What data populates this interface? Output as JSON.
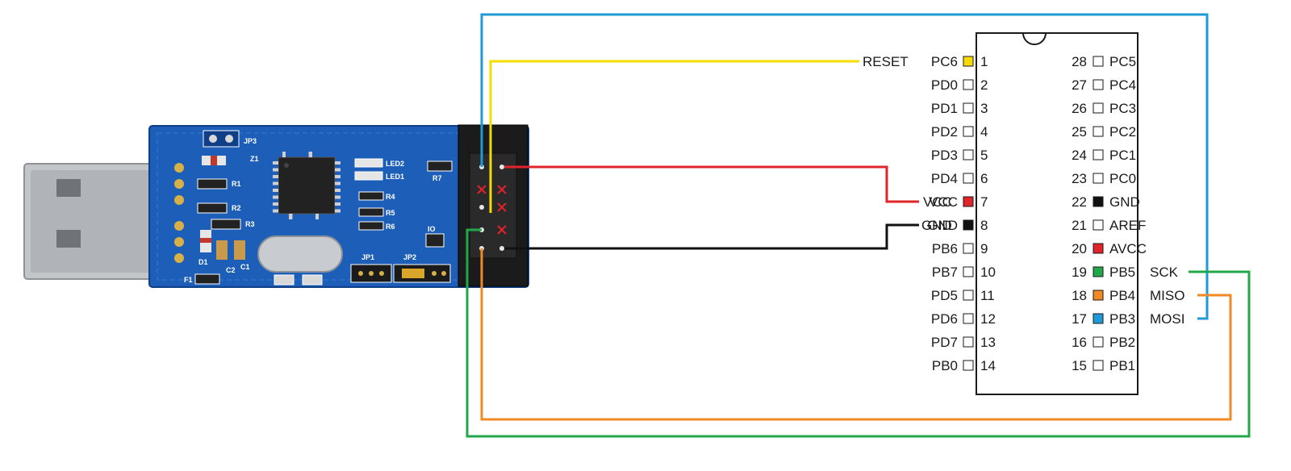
{
  "programmer": {
    "board_labels": {
      "jp3": "JP3",
      "led2": "LED2",
      "led1": "LED1",
      "r1": "R1",
      "r2": "R2",
      "r3": "R3",
      "r4": "R4",
      "r5": "R5",
      "r6": "R6",
      "r7": "R7",
      "d1": "D1",
      "c1": "C1",
      "c2": "C2",
      "f1": "F1",
      "jp1": "JP1",
      "jp2": "JP2",
      "io": "IO",
      "z1": "Z1"
    },
    "colors": {
      "pcb": "#1d5fb8",
      "pcb_dark": "#0f3f86",
      "usb_metal": "#b9bcbf",
      "header_black": "#1b1b1b",
      "unused_mark": "#e0242a"
    }
  },
  "chip": {
    "left_pins": [
      {
        "num": "1",
        "name": "PC6",
        "fill": "#f4dc00"
      },
      {
        "num": "2",
        "name": "PD0",
        "fill": "#ffffff"
      },
      {
        "num": "3",
        "name": "PD1",
        "fill": "#ffffff"
      },
      {
        "num": "4",
        "name": "PD2",
        "fill": "#ffffff"
      },
      {
        "num": "5",
        "name": "PD3",
        "fill": "#ffffff"
      },
      {
        "num": "6",
        "name": "PD4",
        "fill": "#ffffff"
      },
      {
        "num": "7",
        "name": "VCC",
        "fill": "#e0242a"
      },
      {
        "num": "8",
        "name": "GND",
        "fill": "#111111"
      },
      {
        "num": "9",
        "name": "PB6",
        "fill": "#ffffff"
      },
      {
        "num": "10",
        "name": "PB7",
        "fill": "#ffffff"
      },
      {
        "num": "11",
        "name": "PD5",
        "fill": "#ffffff"
      },
      {
        "num": "12",
        "name": "PD6",
        "fill": "#ffffff"
      },
      {
        "num": "13",
        "name": "PD7",
        "fill": "#ffffff"
      },
      {
        "num": "14",
        "name": "PB0",
        "fill": "#ffffff"
      }
    ],
    "right_pins": [
      {
        "num": "28",
        "name": "PC5",
        "fill": "#ffffff"
      },
      {
        "num": "27",
        "name": "PC4",
        "fill": "#ffffff"
      },
      {
        "num": "26",
        "name": "PC3",
        "fill": "#ffffff"
      },
      {
        "num": "25",
        "name": "PC2",
        "fill": "#ffffff"
      },
      {
        "num": "24",
        "name": "PC1",
        "fill": "#ffffff"
      },
      {
        "num": "23",
        "name": "PC0",
        "fill": "#ffffff"
      },
      {
        "num": "22",
        "name": "GND",
        "fill": "#111111"
      },
      {
        "num": "21",
        "name": "AREF",
        "fill": "#ffffff"
      },
      {
        "num": "20",
        "name": "AVCC",
        "fill": "#e0242a"
      },
      {
        "num": "19",
        "name": "PB5",
        "fill": "#22a84a"
      },
      {
        "num": "18",
        "name": "PB4",
        "fill": "#f08a24"
      },
      {
        "num": "17",
        "name": "PB3",
        "fill": "#1e9ad6"
      },
      {
        "num": "16",
        "name": "PB2",
        "fill": "#ffffff"
      },
      {
        "num": "15",
        "name": "PB1",
        "fill": "#ffffff"
      }
    ]
  },
  "signals": {
    "reset": "RESET",
    "vcc": "VCC",
    "gnd": "GND",
    "sck": "SCK",
    "miso": "MISO",
    "mosi": "MOSI"
  },
  "wire_colors": {
    "reset": "#f4dc00",
    "vcc": "#e0242a",
    "gnd": "#111111",
    "sck": "#22a84a",
    "miso": "#f08a24",
    "mosi": "#1e9ad6"
  }
}
